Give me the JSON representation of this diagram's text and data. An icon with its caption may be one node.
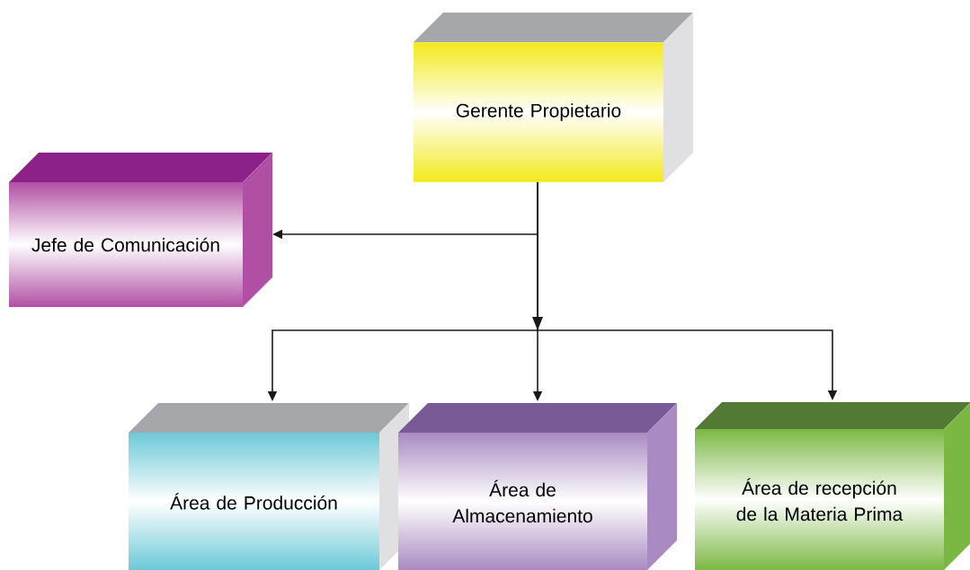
{
  "diagram": {
    "nodes": [
      {
        "text": [
          "Gerente Propietario"
        ]
      },
      {
        "text": [
          "Jefe de Comunicación"
        ]
      },
      {
        "text": [
          "Área de Producción"
        ]
      },
      {
        "text": [
          "Área de Almacenamiento"
        ]
      },
      {
        "text": [
          "Área de recepción de la Materia Prima"
        ]
      }
    ],
    "edges": [
      {
        "from": 0,
        "to": 1,
        "arrow": "to"
      },
      {
        "from": 0,
        "to": 2,
        "arrow": "to"
      },
      {
        "from": 0,
        "to": 3,
        "arrow": "to"
      },
      {
        "from": 0,
        "to": 4,
        "arrow": "to"
      }
    ]
  }
}
